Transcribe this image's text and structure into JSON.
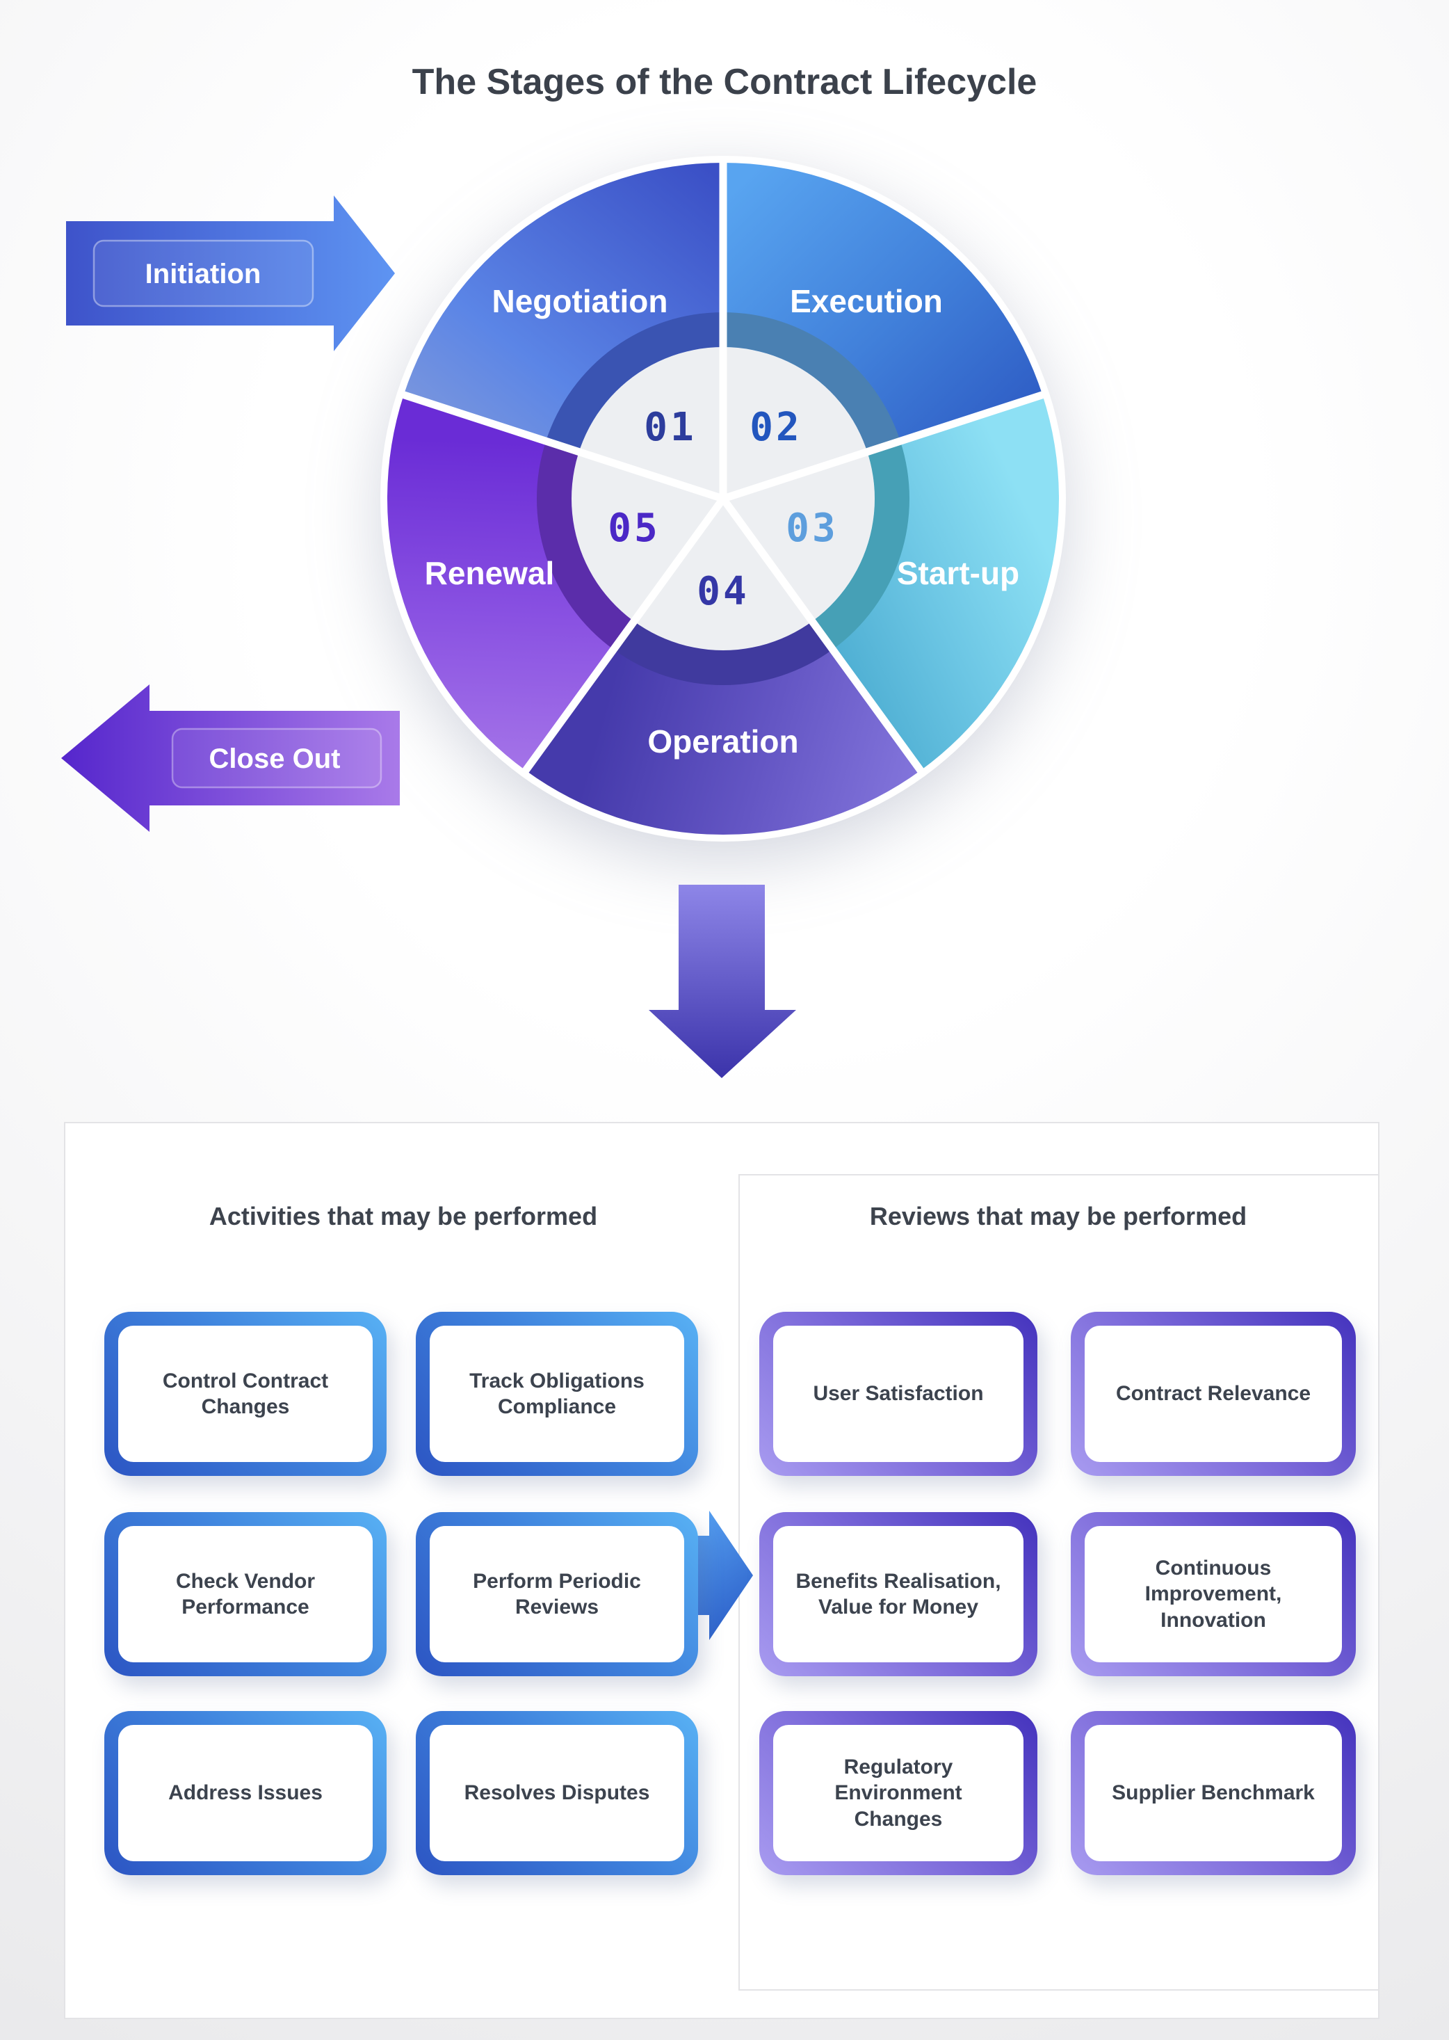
{
  "title": "The Stages of the Contract Lifecycle",
  "wheel": {
    "segments": [
      {
        "key": "negotiation",
        "label": "Negotiation",
        "number": "01",
        "number_color": "#2d3d9d",
        "grad_from": "#93a4d6",
        "grad_mid": "#5b85e6",
        "grad_to": "#3b50c6",
        "ring_color": "#3a54b2"
      },
      {
        "key": "execution",
        "label": "Execution",
        "number": "02",
        "number_color": "#2356be",
        "grad_from": "#58a4f0",
        "grad_mid": "#4180da",
        "grad_to": "#2a55c0",
        "ring_color": "#4a80b2"
      },
      {
        "key": "startup",
        "label": "Start-up",
        "number": "03",
        "number_color": "#5d9edd",
        "grad_from": "#8de0f4",
        "grad_mid": "#6cc6e4",
        "grad_to": "#4aabd0",
        "ring_color": "#46a0b6"
      },
      {
        "key": "operation",
        "label": "Operation",
        "number": "04",
        "number_color": "#3437a6",
        "grad_from": "#453aab",
        "grad_mid": "#6456c4",
        "grad_to": "#8577dd",
        "ring_color": "#403a9e"
      },
      {
        "key": "renewal",
        "label": "Renewal",
        "number": "05",
        "number_color": "#4b28c6",
        "grad_from": "#6a2cd6",
        "grad_mid": "#8a52e2",
        "grad_to": "#a97ae9",
        "ring_color": "#5b2daa"
      }
    ]
  },
  "arrows": {
    "initiation": "Initiation",
    "close_out": "Close Out"
  },
  "panel": {
    "activities": {
      "heading": "Activities that may be performed",
      "items": [
        "Control Contract Changes",
        "Track Obligations Compliance",
        "Check Vendor Performance",
        "Perform Periodic Reviews",
        "Address Issues",
        "Resolves Disputes"
      ]
    },
    "reviews": {
      "heading": "Reviews that may be performed",
      "items": [
        "User Satisfaction",
        "Contract Relevance",
        "Benefits Realisation, Value for Money",
        "Continuous Improvement, Innovation",
        "Regulatory Environment Changes",
        "Supplier Benchmark"
      ]
    }
  },
  "colors": {
    "title_text": "#3b414b",
    "box_text": "#3c434e",
    "center_circle": "#edeff2",
    "panel_border": "#e3e3e6",
    "initiation_from": "#3e53ca",
    "initiation_to": "#5e94f2",
    "close_out_from": "#5526cc",
    "close_out_to": "#a97ae9",
    "down_arrow_from": "#8e86e8",
    "down_arrow_to": "#3b33aa",
    "connector_from": "#5aa6f4",
    "connector_to": "#2f64cc"
  }
}
